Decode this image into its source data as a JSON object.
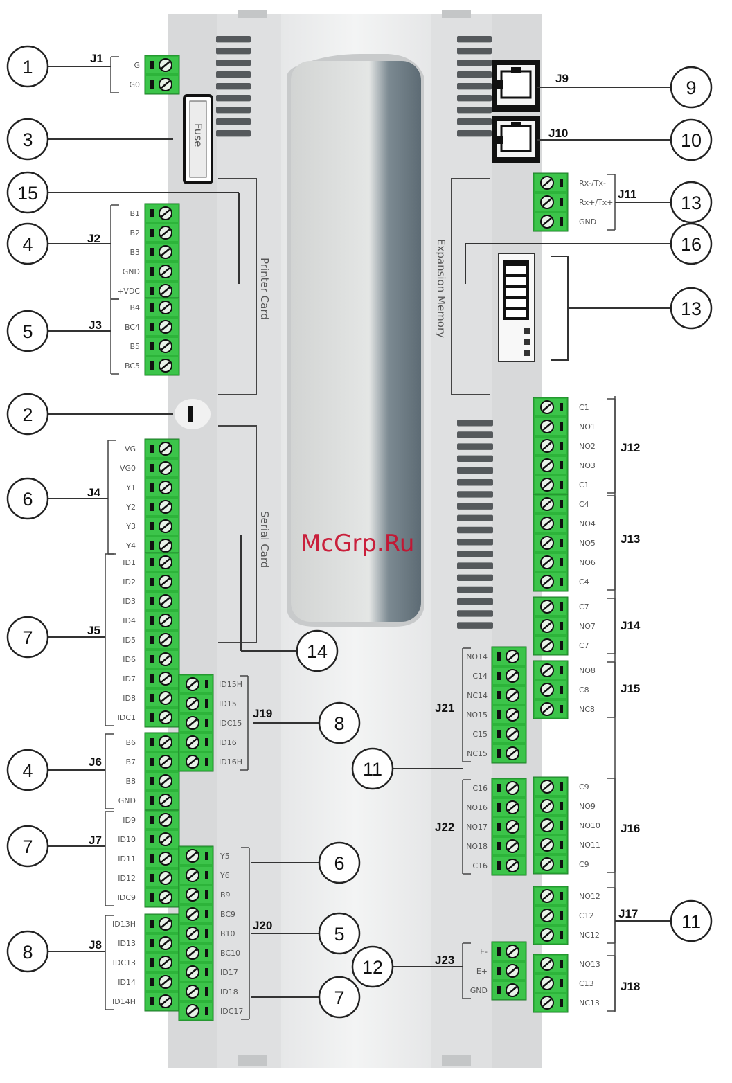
{
  "watermark": "McGrp.Ru",
  "fuse_label": "Fuse",
  "printer_card_label": "Printer Card",
  "serial_card_label": "Serial Card",
  "expansion_memory_label": "Expansion Memory",
  "connectors": {
    "J1": {
      "name": "J1",
      "pins": [
        "G",
        "G0"
      ]
    },
    "J2": {
      "name": "J2",
      "pins": [
        "B1",
        "B2",
        "B3",
        "GND",
        "+VDC"
      ]
    },
    "J3": {
      "name": "J3",
      "pins": [
        "B4",
        "BC4",
        "B5",
        "BC5"
      ]
    },
    "J4": {
      "name": "J4",
      "pins": [
        "VG",
        "VG0",
        "Y1",
        "Y2",
        "Y3",
        "Y4"
      ]
    },
    "J5": {
      "name": "J5",
      "pins": [
        "ID1",
        "ID2",
        "ID3",
        "ID4",
        "ID5",
        "ID6",
        "ID7",
        "ID8",
        "IDC1"
      ]
    },
    "J6": {
      "name": "J6",
      "pins": [
        "B6",
        "B7",
        "B8",
        "GND"
      ]
    },
    "J7": {
      "name": "J7",
      "pins": [
        "ID9",
        "ID10",
        "ID11",
        "ID12",
        "IDC9"
      ]
    },
    "J8": {
      "name": "J8",
      "pins": [
        "ID13H",
        "ID13",
        "IDC13",
        "ID14",
        "ID14H"
      ]
    },
    "J9": {
      "name": "J9"
    },
    "J10": {
      "name": "J10"
    },
    "J11": {
      "name": "J11",
      "pins": [
        "Rx-/Tx-",
        "Rx+/Tx+",
        "GND"
      ]
    },
    "J12": {
      "name": "J12",
      "pins": [
        "C1",
        "NO1",
        "NO2",
        "NO3",
        "C1"
      ]
    },
    "J13": {
      "name": "J13",
      "pins": [
        "C4",
        "NO4",
        "NO5",
        "NO6",
        "C4"
      ]
    },
    "J14": {
      "name": "J14",
      "pins": [
        "C7",
        "NO7",
        "C7"
      ]
    },
    "J15": {
      "name": "J15",
      "pins": [
        "NO8",
        "C8",
        "NC8"
      ]
    },
    "J16": {
      "name": "J16",
      "pins": [
        "C9",
        "NO9",
        "NO10",
        "NO11",
        "C9"
      ]
    },
    "J17": {
      "name": "J17",
      "pins": [
        "NO12",
        "C12",
        "NC12"
      ]
    },
    "J18": {
      "name": "J18",
      "pins": [
        "NO13",
        "C13",
        "NC13"
      ]
    },
    "J19": {
      "name": "J19",
      "pins": [
        "ID15H",
        "ID15",
        "IDC15",
        "ID16",
        "ID16H"
      ]
    },
    "J20": {
      "name": "J20",
      "pins": [
        "Y5",
        "Y6",
        "B9",
        "BC9",
        "B10",
        "BC10",
        "ID17",
        "ID18",
        "IDC17"
      ]
    },
    "J21": {
      "name": "J21",
      "pins": [
        "NO14",
        "C14",
        "NC14",
        "NO15",
        "C15",
        "NC15"
      ]
    },
    "J22": {
      "name": "J22",
      "pins": [
        "C16",
        "NO16",
        "NO17",
        "NO18",
        "C16"
      ]
    },
    "J23": {
      "name": "J23",
      "pins": [
        "E-",
        "E+",
        "GND"
      ]
    }
  },
  "callouts": {
    "c1": "1",
    "c3": "3",
    "c15": "15",
    "c4a": "4",
    "c5a": "5",
    "c2": "2",
    "c6a": "6",
    "c7a": "7",
    "c4b": "4",
    "c7b": "7",
    "c8a": "8",
    "c14": "14",
    "c8b": "8",
    "c6b": "6",
    "c5b": "5",
    "c7c": "7",
    "c11a": "11",
    "c12": "12",
    "c9": "9",
    "c10": "10",
    "c13a": "13",
    "c16": "16",
    "c13b": "13",
    "c11b": "11"
  }
}
